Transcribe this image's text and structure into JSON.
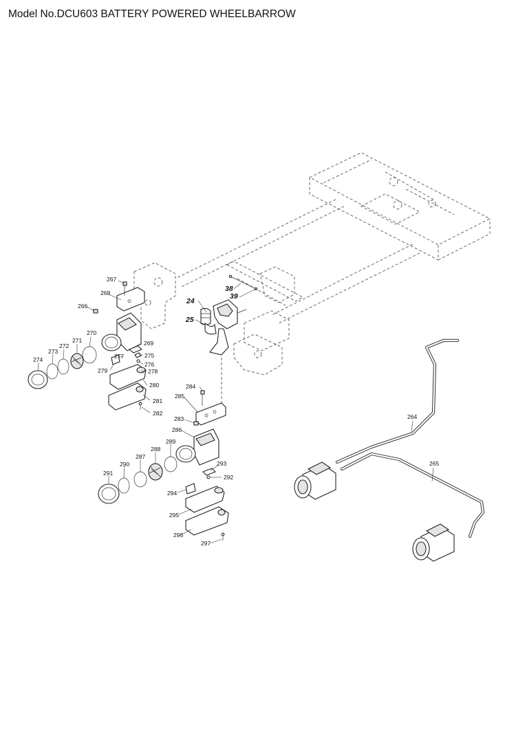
{
  "title": "Model No.DCU603 BATTERY POWERED WHEELBARROW",
  "callouts": {
    "c24": "24",
    "c25": "25",
    "c38": "38",
    "c39": "39",
    "c264": "264",
    "c265": "265",
    "c266": "266",
    "c267": "267",
    "c268": "268",
    "c269": "269",
    "c270": "270",
    "c271": "271",
    "c272": "272",
    "c273": "273",
    "c274": "274",
    "c275": "275",
    "c276": "276",
    "c277": "277",
    "c278": "278",
    "c279": "279",
    "c280": "280",
    "c281": "281",
    "c282": "282",
    "c283": "283",
    "c284": "284",
    "c285": "285",
    "c286": "286",
    "c287": "287",
    "c288": "288",
    "c289": "289",
    "c290": "290",
    "c291": "291",
    "c292": "292",
    "c293": "293",
    "c294": "294",
    "c295": "295",
    "c296": "296",
    "c297": "297"
  }
}
